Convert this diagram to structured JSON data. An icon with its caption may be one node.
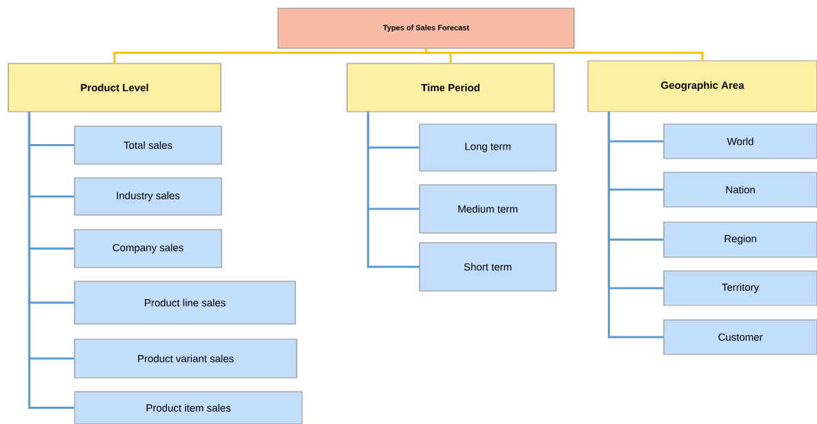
{
  "diagram": {
    "nodes": [
      {
        "text": [
          "Types of Sales Forecast"
        ]
      },
      {
        "text": [
          "Product Level"
        ]
      },
      {
        "text": [
          "Time Period"
        ]
      },
      {
        "text": [
          "Geographic Area"
        ]
      },
      {
        "text": [
          "Total sales"
        ]
      },
      {
        "text": [
          "Industry sales"
        ]
      },
      {
        "text": [
          "Company sales"
        ]
      },
      {
        "text": [
          "Product line sales"
        ]
      },
      {
        "text": [
          "Product variant sales"
        ]
      },
      {
        "text": [
          "Product item sales"
        ]
      },
      {
        "text": [
          "Long term"
        ]
      },
      {
        "text": [
          "Medium term"
        ]
      },
      {
        "text": [
          "Short term"
        ]
      },
      {
        "text": [
          "World"
        ]
      },
      {
        "text": [
          "Nation"
        ]
      },
      {
        "text": [
          "Region"
        ]
      },
      {
        "text": [
          "Territory"
        ]
      },
      {
        "text": [
          "Customer"
        ]
      }
    ],
    "edges": [
      {
        "from": 0,
        "to": 1,
        "arrow": "none",
        "color": "#ffc000"
      },
      {
        "from": 0,
        "to": 2,
        "arrow": "none",
        "color": "#ffc000"
      },
      {
        "from": 0,
        "to": 3,
        "arrow": "none",
        "color": "#ffc000"
      },
      {
        "from": 1,
        "to": 4,
        "arrow": "none"
      },
      {
        "from": 1,
        "to": 5,
        "arrow": "none"
      },
      {
        "from": 1,
        "to": 6,
        "arrow": "none"
      },
      {
        "from": 1,
        "to": 7,
        "arrow": "none"
      },
      {
        "from": 1,
        "to": 8,
        "arrow": "none"
      },
      {
        "from": 1,
        "to": 9,
        "arrow": "none"
      },
      {
        "from": 2,
        "to": 10,
        "arrow": "none"
      },
      {
        "from": 2,
        "to": 11,
        "arrow": "none"
      },
      {
        "from": 2,
        "to": 12,
        "arrow": "none"
      },
      {
        "from": 3,
        "to": 13,
        "arrow": "none"
      },
      {
        "from": 3,
        "to": 14,
        "arrow": "none"
      },
      {
        "from": 3,
        "to": 15,
        "arrow": "none"
      },
      {
        "from": 3,
        "to": 16,
        "arrow": "none"
      },
      {
        "from": 3,
        "to": 17,
        "arrow": "none"
      }
    ]
  }
}
